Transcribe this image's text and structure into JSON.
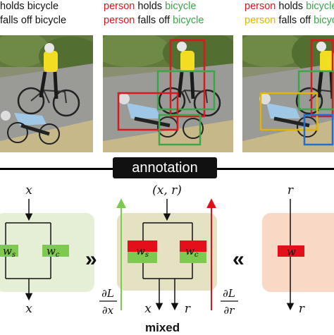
{
  "panels": {
    "left": {
      "line1": "holds bicycle",
      "line2": "falls off bicycle"
    },
    "middle": {
      "line1": {
        "subject": "person",
        "verb": "holds",
        "object": "bicycle"
      },
      "line2": {
        "subject": "person",
        "verb": "falls off",
        "object": "bicycle"
      }
    },
    "right": {
      "line1": {
        "subject": "person",
        "verb": "holds",
        "object": "bicycle"
      },
      "line2": {
        "subject": "person",
        "verb": "falls off",
        "object": "bicycle"
      }
    }
  },
  "annotation_label": "annotation",
  "diagram": {
    "left": {
      "input": "x",
      "output": "x",
      "block_s": "w",
      "block_s_sub": "s",
      "block_c": "w",
      "block_c_sub": "c"
    },
    "middle": {
      "input": "(x, r)",
      "output_x": "x",
      "output_r": "r",
      "block_s": "w",
      "block_s_sub": "s",
      "block_c": "w",
      "block_c_sub": "c",
      "grad_x_num": "∂L",
      "grad_x_den": "∂x",
      "grad_r_num": "∂L",
      "grad_r_den": "∂r",
      "title": "mixed"
    },
    "right": {
      "input": "r",
      "output": "r",
      "block": "w"
    },
    "arrows": {
      "right_chevrons": "»",
      "left_chevrons": "«"
    }
  },
  "colors": {
    "person_red": "#d9191f",
    "bicycle_green": "#3ba64a",
    "person_yellow": "#e0b400",
    "bicycle_blue": "#1f6fd1",
    "green_bg": "#e4efd6",
    "salmon_bg": "#f9d8c6",
    "block_green": "#7ec94f",
    "block_red": "#e3101b"
  }
}
